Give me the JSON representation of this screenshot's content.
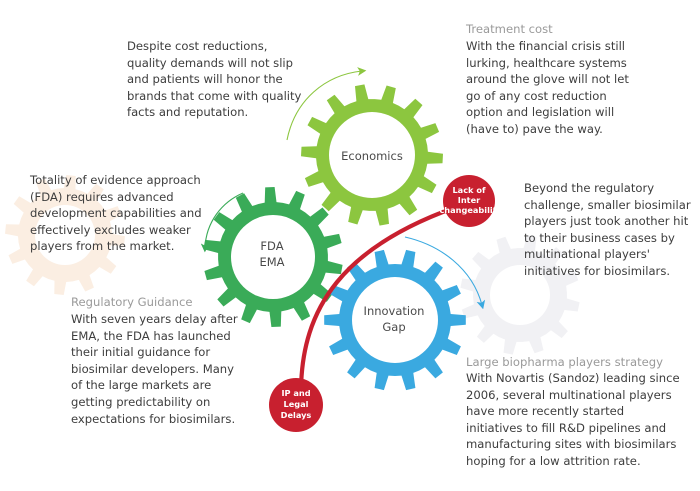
{
  "gears": {
    "economics": {
      "label": "Economics",
      "color": "#8cc63f"
    },
    "fda": {
      "lines": [
        "FDA",
        "EMA"
      ],
      "color": "#3aab58"
    },
    "innovation": {
      "lines": [
        "Innovation",
        "Gap"
      ],
      "color": "#3aa9e0"
    }
  },
  "badges": {
    "interchangeability": {
      "lines": [
        "Lack of",
        "Inter",
        "-changeability"
      ],
      "color": "#c8202f"
    },
    "ip_delays": {
      "lines": [
        "IP and",
        "Legal",
        "Delays"
      ],
      "color": "#c8202f"
    }
  },
  "blocks": {
    "quality": {
      "body": "Despite cost reductions,\nquality demands will not slip\nand patients will honor the\nbrands that come with quality\nfacts and reputation."
    },
    "treatment": {
      "title": "Treatment cost",
      "body": "With the financial crisis still\nlurking, healthcare systems\naround the glove will not let\ngo of any cost reduction\noption and legislation will\n(have to) pave the way."
    },
    "totality": {
      "body": "Totality of evidence approach\n(FDA) requires advanced\ndevelopment capabilities and\neffectively excludes weaker\nplayers from the market."
    },
    "regulatory_challenge": {
      "body": "Beyond the regulatory\nchallenge, smaller biosimilar\nplayers just took another hit\nto their business cases by\nmultinational players'\ninitiatives for biosimilars."
    },
    "guidance": {
      "title": "Regulatory Guidance",
      "body": "With seven years delay after\nEMA, the FDA has launched\ntheir initial guidance for\nbiosimilar developers. Many\nof the large markets are\ngetting predictability on\nexpectations for biosimilars."
    },
    "biopharma": {
      "title": "Large biopharma players strategy",
      "body": "With Novartis (Sandoz) leading since\n2006, several multinational players\nhave more recently started\ninitiatives to fill R&D pipelines and\nmanufacturing sites with biosimilars\nhoping for a low attrition rate."
    }
  },
  "colors": {
    "arrow_green": "#8cc63f",
    "arrow_dark_green": "#3aab58",
    "arrow_blue": "#3aa9e0",
    "red_line": "#c8202f",
    "ghost_orange": "#fbeee2",
    "ghost_grey": "#f1f1f4"
  }
}
